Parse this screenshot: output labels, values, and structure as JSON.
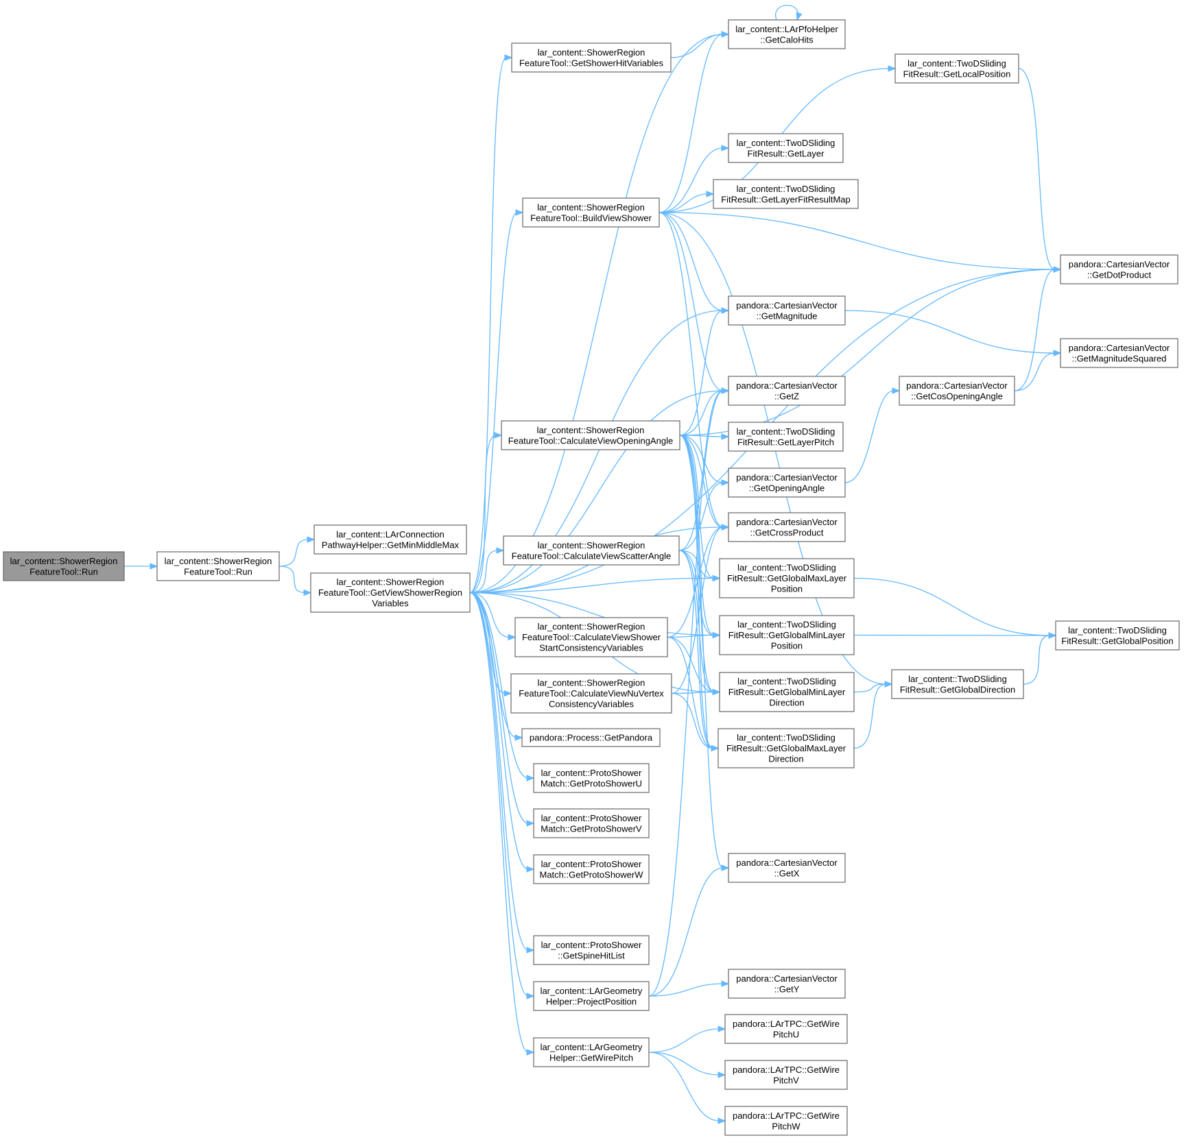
{
  "nodes": [
    {
      "id": "root",
      "lines": [
        "lar_content::ShowerRegion",
        "FeatureTool::Run"
      ],
      "root": true
    },
    {
      "id": "run2",
      "lines": [
        "lar_content::ShowerRegion",
        "FeatureTool::Run"
      ]
    },
    {
      "id": "getminmiddlemax",
      "lines": [
        "lar_content::LArConnection",
        "PathwayHelper::GetMinMiddleMax"
      ]
    },
    {
      "id": "getviewshowerregion",
      "lines": [
        "lar_content::ShowerRegion",
        "FeatureTool::GetViewShowerRegion",
        "Variables"
      ]
    },
    {
      "id": "getshowerhitvariables",
      "lines": [
        "lar_content::ShowerRegion",
        "FeatureTool::GetShowerHitVariables"
      ]
    },
    {
      "id": "buildviewshower",
      "lines": [
        "lar_content::ShowerRegion",
        "FeatureTool::BuildViewShower"
      ]
    },
    {
      "id": "calcopeningangle",
      "lines": [
        "lar_content::ShowerRegion",
        "FeatureTool::CalculateViewOpeningAngle"
      ]
    },
    {
      "id": "calcscatterangle",
      "lines": [
        "lar_content::ShowerRegion",
        "FeatureTool::CalculateViewScatterAngle"
      ]
    },
    {
      "id": "calcshowerstart",
      "lines": [
        "lar_content::ShowerRegion",
        "FeatureTool::CalculateViewShower",
        "StartConsistencyVariables"
      ]
    },
    {
      "id": "calcnuvertex",
      "lines": [
        "lar_content::ShowerRegion",
        "FeatureTool::CalculateViewNuVertex",
        "ConsistencyVariables"
      ]
    },
    {
      "id": "getpandora",
      "lines": [
        "pandora::Process::GetPandora"
      ]
    },
    {
      "id": "getprotoshoweru",
      "lines": [
        "lar_content::ProtoShower",
        "Match::GetProtoShowerU"
      ]
    },
    {
      "id": "getprotoshowerv",
      "lines": [
        "lar_content::ProtoShower",
        "Match::GetProtoShowerV"
      ]
    },
    {
      "id": "getprotoshowerw",
      "lines": [
        "lar_content::ProtoShower",
        "Match::GetProtoShowerW"
      ]
    },
    {
      "id": "getspinehitlist",
      "lines": [
        "lar_content::ProtoShower",
        "::GetSpineHitList"
      ]
    },
    {
      "id": "projectposition",
      "lines": [
        "lar_content::LArGeometry",
        "Helper::ProjectPosition"
      ]
    },
    {
      "id": "getwirepitch",
      "lines": [
        "lar_content::LArGeometry",
        "Helper::GetWirePitch"
      ]
    },
    {
      "id": "getcalohits",
      "lines": [
        "lar_content::LArPfoHelper",
        "::GetCaloHits"
      ]
    },
    {
      "id": "getlayer",
      "lines": [
        "lar_content::TwoDSliding",
        "FitResult::GetLayer"
      ]
    },
    {
      "id": "getlayerfitresultmap",
      "lines": [
        "lar_content::TwoDSliding",
        "FitResult::GetLayerFitResultMap"
      ]
    },
    {
      "id": "getmagnitude",
      "lines": [
        "pandora::CartesianVector",
        "::GetMagnitude"
      ]
    },
    {
      "id": "getz",
      "lines": [
        "pandora::CartesianVector",
        "::GetZ"
      ]
    },
    {
      "id": "getlayerpitch",
      "lines": [
        "lar_content::TwoDSliding",
        "FitResult::GetLayerPitch"
      ]
    },
    {
      "id": "getopeningangle",
      "lines": [
        "pandora::CartesianVector",
        "::GetOpeningAngle"
      ]
    },
    {
      "id": "getcrossproduct",
      "lines": [
        "pandora::CartesianVector",
        "::GetCrossProduct"
      ]
    },
    {
      "id": "getglobalmaxlayerpos",
      "lines": [
        "lar_content::TwoDSliding",
        "FitResult::GetGlobalMaxLayer",
        "Position"
      ]
    },
    {
      "id": "getglobalminlayerpos",
      "lines": [
        "lar_content::TwoDSliding",
        "FitResult::GetGlobalMinLayer",
        "Position"
      ]
    },
    {
      "id": "getglobalminlayerdir",
      "lines": [
        "lar_content::TwoDSliding",
        "FitResult::GetGlobalMinLayer",
        "Direction"
      ]
    },
    {
      "id": "getglobalmaxlayerdir",
      "lines": [
        "lar_content::TwoDSliding",
        "FitResult::GetGlobalMaxLayer",
        "Direction"
      ]
    },
    {
      "id": "getx",
      "lines": [
        "pandora::CartesianVector",
        "::GetX"
      ]
    },
    {
      "id": "gety",
      "lines": [
        "pandora::CartesianVector",
        "::GetY"
      ]
    },
    {
      "id": "getwirepitchu",
      "lines": [
        "pandora::LArTPC::GetWire",
        "PitchU"
      ]
    },
    {
      "id": "getwirepitchv",
      "lines": [
        "pandora::LArTPC::GetWire",
        "PitchV"
      ]
    },
    {
      "id": "getwirepitchw",
      "lines": [
        "pandora::LArTPC::GetWire",
        "PitchW"
      ]
    },
    {
      "id": "getlocalposition",
      "lines": [
        "lar_content::TwoDSliding",
        "FitResult::GetLocalPosition"
      ]
    },
    {
      "id": "getdotproduct",
      "lines": [
        "pandora::CartesianVector",
        "::GetDotProduct"
      ]
    },
    {
      "id": "getmagnitudesquared",
      "lines": [
        "pandora::CartesianVector",
        "::GetMagnitudeSquared"
      ]
    },
    {
      "id": "getcosopeningangle",
      "lines": [
        "pandora::CartesianVector",
        "::GetCosOpeningAngle"
      ]
    },
    {
      "id": "getglobaldirection",
      "lines": [
        "lar_content::TwoDSliding",
        "FitResult::GetGlobalDirection"
      ]
    },
    {
      "id": "getglobalposition",
      "lines": [
        "lar_content::TwoDSliding",
        "FitResult::GetGlobalPosition"
      ]
    }
  ],
  "edges": [
    [
      "root",
      "run2"
    ],
    [
      "run2",
      "getminmiddlemax"
    ],
    [
      "run2",
      "getviewshowerregion"
    ],
    [
      "getviewshowerregion",
      "getshowerhitvariables"
    ],
    [
      "getviewshowerregion",
      "buildviewshower"
    ],
    [
      "getviewshowerregion",
      "calcopeningangle"
    ],
    [
      "getviewshowerregion",
      "calcscatterangle"
    ],
    [
      "getviewshowerregion",
      "calcshowerstart"
    ],
    [
      "getviewshowerregion",
      "calcnuvertex"
    ],
    [
      "getviewshowerregion",
      "getpandora"
    ],
    [
      "getviewshowerregion",
      "getprotoshoweru"
    ],
    [
      "getviewshowerregion",
      "getprotoshowerv"
    ],
    [
      "getviewshowerregion",
      "getprotoshowerw"
    ],
    [
      "getviewshowerregion",
      "getspinehitlist"
    ],
    [
      "getviewshowerregion",
      "projectposition"
    ],
    [
      "getviewshowerregion",
      "getwirepitch"
    ],
    [
      "getviewshowerregion",
      "getcalohits"
    ],
    [
      "getviewshowerregion",
      "getdotproduct"
    ],
    [
      "getviewshowerregion",
      "getmagnitude"
    ],
    [
      "getviewshowerregion",
      "getz"
    ],
    [
      "getviewshowerregion",
      "getcrossproduct"
    ],
    [
      "getviewshowerregion",
      "getglobalminlayerpos"
    ],
    [
      "getviewshowerregion",
      "getglobalmaxlayerpos"
    ],
    [
      "getviewshowerregion",
      "getglobalminlayerdir"
    ],
    [
      "getshowerhitvariables",
      "getcalohits"
    ],
    [
      "getcalohits",
      "getcalohits"
    ],
    [
      "buildviewshower",
      "getcalohits"
    ],
    [
      "buildviewshower",
      "getlocalposition"
    ],
    [
      "buildviewshower",
      "getlayer"
    ],
    [
      "buildviewshower",
      "getlayerfitresultmap"
    ],
    [
      "buildviewshower",
      "getdotproduct"
    ],
    [
      "buildviewshower",
      "getmagnitude"
    ],
    [
      "buildviewshower",
      "getz"
    ],
    [
      "buildviewshower",
      "getglobaldirection"
    ],
    [
      "buildviewshower",
      "getcrossproduct"
    ],
    [
      "calcopeningangle",
      "getmagnitude"
    ],
    [
      "calcopeningangle",
      "getdotproduct"
    ],
    [
      "calcopeningangle",
      "getz"
    ],
    [
      "calcopeningangle",
      "getlayerpitch"
    ],
    [
      "calcopeningangle",
      "getopeningangle"
    ],
    [
      "calcopeningangle",
      "getcrossproduct"
    ],
    [
      "calcopeningangle",
      "getglobalmaxlayerpos"
    ],
    [
      "calcopeningangle",
      "getglobalminlayerpos"
    ],
    [
      "calcopeningangle",
      "getglobalminlayerdir"
    ],
    [
      "calcopeningangle",
      "getglobalmaxlayerdir"
    ],
    [
      "calcopeningangle",
      "getx"
    ],
    [
      "calcscatterangle",
      "getz"
    ],
    [
      "calcscatterangle",
      "getopeningangle"
    ],
    [
      "calcscatterangle",
      "getglobalmaxlayerpos"
    ],
    [
      "calcscatterangle",
      "getglobalminlayerpos"
    ],
    [
      "calcscatterangle",
      "getglobalminlayerdir"
    ],
    [
      "calcscatterangle",
      "getglobalmaxlayerdir"
    ],
    [
      "calcshowerstart",
      "getcrossproduct"
    ],
    [
      "calcshowerstart",
      "getglobalminlayerpos"
    ],
    [
      "calcshowerstart",
      "getglobalminlayerdir"
    ],
    [
      "calcshowerstart",
      "getglobalmaxlayerdir"
    ],
    [
      "calcnuvertex",
      "getglobalminlayerdir"
    ],
    [
      "calcnuvertex",
      "getglobalmaxlayerdir"
    ],
    [
      "calcnuvertex",
      "getcrossproduct"
    ],
    [
      "projectposition",
      "getz"
    ],
    [
      "projectposition",
      "getx"
    ],
    [
      "projectposition",
      "gety"
    ],
    [
      "getwirepitch",
      "getwirepitchu"
    ],
    [
      "getwirepitch",
      "getwirepitchv"
    ],
    [
      "getwirepitch",
      "getwirepitchw"
    ],
    [
      "getlocalposition",
      "getdotproduct"
    ],
    [
      "getmagnitude",
      "getmagnitudesquared"
    ],
    [
      "getopeningangle",
      "getcosopeningangle"
    ],
    [
      "getcosopeningangle",
      "getdotproduct"
    ],
    [
      "getcosopeningangle",
      "getmagnitudesquared"
    ],
    [
      "getglobalmaxlayerpos",
      "getglobalposition"
    ],
    [
      "getglobalminlayerpos",
      "getglobalposition"
    ],
    [
      "getglobalminlayerdir",
      "getglobaldirection"
    ],
    [
      "getglobalmaxlayerdir",
      "getglobaldirection"
    ],
    [
      "getglobaldirection",
      "getglobalposition"
    ]
  ]
}
